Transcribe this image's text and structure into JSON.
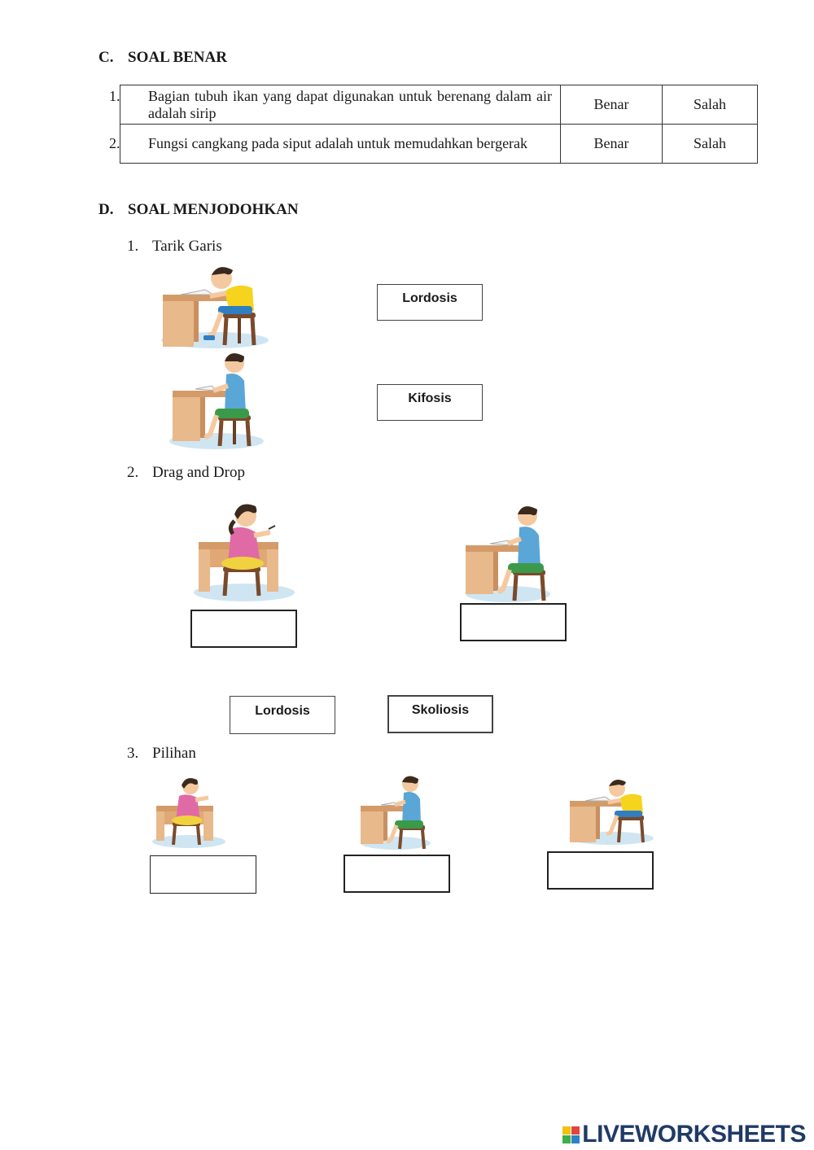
{
  "section_c": {
    "letter": "C.",
    "title": "SOAL BENAR"
  },
  "true_false": [
    {
      "num": "1.",
      "question": "Bagian tubuh ikan yang dapat digunakan untuk berenang dalam air adalah sirip",
      "opt_true": "Benar",
      "opt_false": "Salah"
    },
    {
      "num": "2.",
      "question": "Fungsi cangkang pada siput adalah untuk memudahkan bergerak",
      "opt_true": "Benar",
      "opt_false": "Salah"
    }
  ],
  "section_d": {
    "letter": "D.",
    "title": "SOAL MENJODOHKAN"
  },
  "part1": {
    "num": "1.",
    "title": "Tarik Garis",
    "labels": [
      "Lordosis",
      "Kifosis"
    ]
  },
  "part2": {
    "num": "2.",
    "title": "Drag and Drop",
    "drag_items": [
      "Lordosis",
      "Skoliosis"
    ]
  },
  "part3": {
    "num": "3.",
    "title": "Pilihan"
  },
  "figure_colors": {
    "desk": "#e8b98a",
    "desk_side": "#d49b69",
    "stool": "#7a4a2b",
    "shirt_yellow": "#f6d31d",
    "shirt_blue": "#5aa6d6",
    "shirt_pink": "#e06aa6",
    "shorts_blue": "#2f7ec2",
    "shorts_green": "#3a9a4a",
    "skirt_yellow": "#f0d240",
    "hair": "#3a2a1e",
    "skin": "#f5c9a0",
    "shadow": "#cfe6f2"
  },
  "watermark": {
    "text": "LIVEWORKSHEETS",
    "mark_colors": [
      "#f2c20f",
      "#e2453c",
      "#3fae49",
      "#2b84c6"
    ]
  }
}
